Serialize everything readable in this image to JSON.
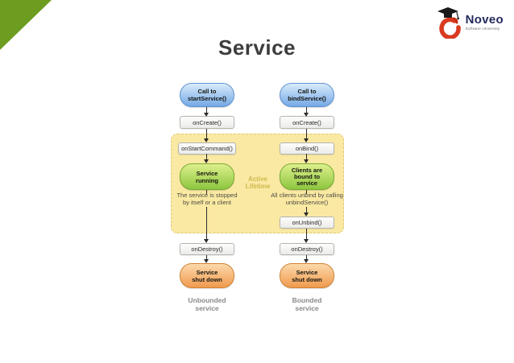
{
  "title": "Service",
  "logo": {
    "brand": "Noveo",
    "tagline": "Software University"
  },
  "active_lifetime": {
    "line1": "Active",
    "line2": "Lifetime"
  },
  "columns": {
    "left": {
      "call_line1": "Call to",
      "call_line2": "startService()",
      "oncreate": "onCreate()",
      "onstartcommand": "onStartCommand()",
      "state_line1": "Service",
      "state_line2": "running",
      "note_line1": "The service is stopped",
      "note_line2": "by itself or a client",
      "ondestroy": "onDestroy()",
      "shutdown_line1": "Service",
      "shutdown_line2": "shut down",
      "label_line1": "Unbounded",
      "label_line2": "service"
    },
    "right": {
      "call_line1": "Call to",
      "call_line2": "bindService()",
      "oncreate": "onCreate()",
      "onbind": "onBind()",
      "state_line1": "Clients are",
      "state_line2": "bound to",
      "state_line3": "service",
      "note_line1": "All clients unbind by calling",
      "note_line2": "unbindService()",
      "onunbind": "onUnbind()",
      "ondestroy": "onDestroy()",
      "shutdown_line1": "Service",
      "shutdown_line2": "shut down",
      "label_line1": "Bounded",
      "label_line2": "service"
    }
  },
  "colors": {
    "accent_green": "#6d9d20",
    "node_blue": "#74a9e6",
    "node_green": "#8cc63f",
    "node_orange": "#f09a4e",
    "active_region_yellow": "#fae9a2",
    "brand_navy": "#232a5c",
    "brand_red": "#d93a20"
  }
}
